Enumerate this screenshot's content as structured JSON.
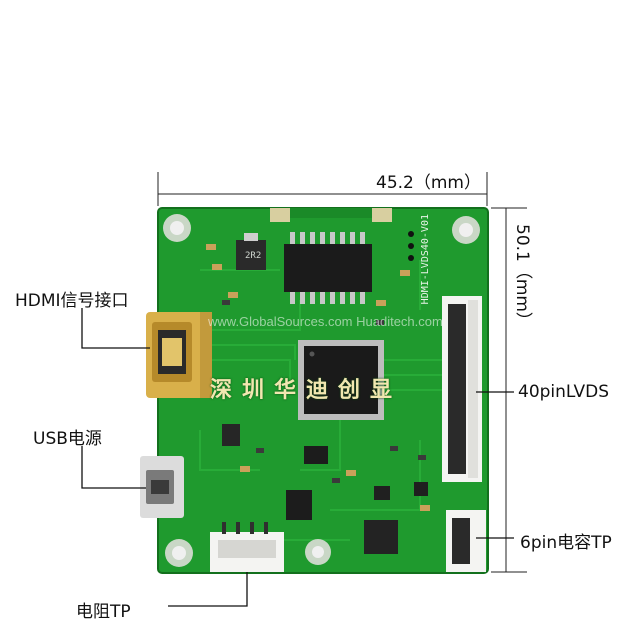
{
  "dimensions": {
    "width_label": "45.2（mm）",
    "height_label": "50.1（mm）"
  },
  "callouts": {
    "hdmi": "HDMI信号接口",
    "usb": "USB电源",
    "resistive_tp": "电阻TP",
    "lvds": "40pinLVDS",
    "capacitive_tp": "6pin电容TP"
  },
  "board": {
    "silkscreen_company": "深圳华迪创显",
    "silkscreen_model": "HDMI-LVDS40-V01",
    "watermark": "www.GlobalSources.com  Huaditech.com",
    "chip_mark": "2R2"
  },
  "colors": {
    "pcb": "#1f9a2e",
    "pcb_dark": "#14741f",
    "gold": "#d9b04a",
    "connector_white": "#f4f4f2"
  }
}
